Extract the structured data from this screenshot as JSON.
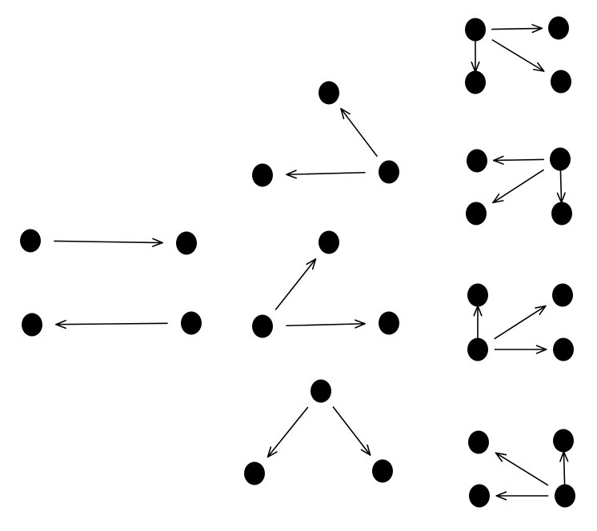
{
  "diagram": {
    "node_color": "#000000",
    "edge_color": "#000000",
    "background": "#ffffff",
    "graphs": [
      {
        "id": "two-vertices-forward",
        "nodes": [
          "a",
          "b"
        ],
        "edges": [
          [
            "a",
            "b"
          ]
        ]
      },
      {
        "id": "two-vertices-backward",
        "nodes": [
          "a",
          "b"
        ],
        "edges": [
          [
            "b",
            "a"
          ]
        ]
      },
      {
        "id": "three-vertices-chain-to-left-and-up",
        "nodes": [
          "a",
          "b",
          "c"
        ],
        "edges": [
          [
            "c",
            "a"
          ],
          [
            "c",
            "b"
          ]
        ]
      },
      {
        "id": "three-vertices-out-star-up-right",
        "nodes": [
          "a",
          "b",
          "c"
        ],
        "edges": [
          [
            "a",
            "b"
          ],
          [
            "a",
            "c"
          ]
        ]
      },
      {
        "id": "three-vertices-out-star-down",
        "nodes": [
          "a",
          "b",
          "c"
        ],
        "edges": [
          [
            "a",
            "b"
          ],
          [
            "a",
            "c"
          ]
        ]
      },
      {
        "id": "four-vertices-star-1",
        "nodes": [
          "a",
          "b",
          "c",
          "d"
        ],
        "edges": [
          [
            "a",
            "b"
          ],
          [
            "a",
            "c"
          ],
          [
            "a",
            "d"
          ]
        ]
      },
      {
        "id": "four-vertices-star-2",
        "nodes": [
          "a",
          "b",
          "c",
          "d"
        ],
        "edges": [
          [
            "b",
            "a"
          ],
          [
            "b",
            "c"
          ],
          [
            "b",
            "d"
          ]
        ]
      },
      {
        "id": "four-vertices-star-3",
        "nodes": [
          "a",
          "b",
          "c",
          "d"
        ],
        "edges": [
          [
            "c",
            "a"
          ],
          [
            "c",
            "b"
          ],
          [
            "c",
            "d"
          ]
        ]
      },
      {
        "id": "four-vertices-star-4",
        "nodes": [
          "a",
          "b",
          "c",
          "d"
        ],
        "edges": [
          [
            "d",
            "a"
          ],
          [
            "d",
            "b"
          ],
          [
            "d",
            "c"
          ]
        ]
      }
    ]
  }
}
